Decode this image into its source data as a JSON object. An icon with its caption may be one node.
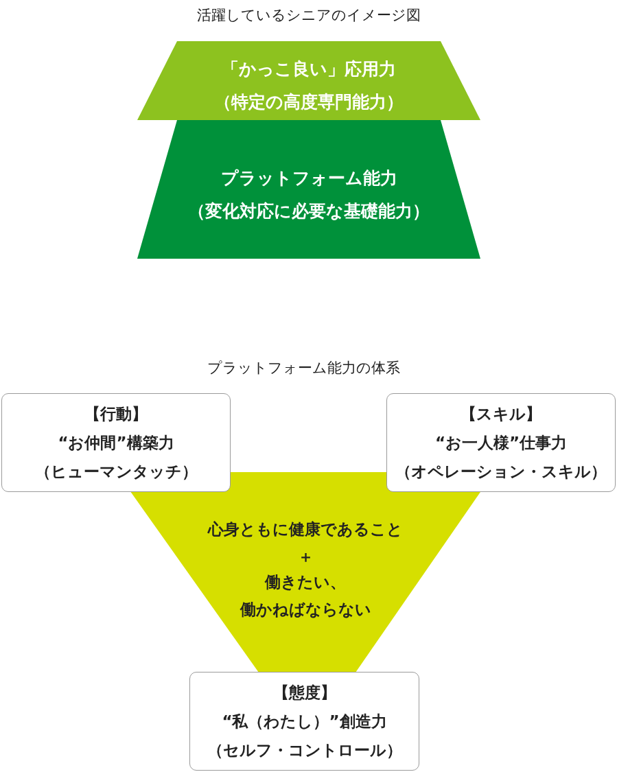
{
  "diagram": {
    "nodes": [
      {
        "text": [
          "「かっこ良い」応用力",
          "（特定の高度専門能力）"
        ]
      },
      {
        "text": [
          "プラットフォーム能力",
          "（変化対応に必要な基礎能力）"
        ]
      },
      {
        "text": [
          "心身ともに健康であること",
          "＋",
          "働きたい、働かねばならない"
        ]
      },
      {
        "text": [
          "【行動】",
          "“お仲間”構築力",
          "（ヒューマンタッチ）"
        ]
      },
      {
        "text": [
          "【スキル】",
          "“お一人様”仕事力",
          "（オペレーション・スキル）"
        ]
      },
      {
        "text": [
          "【態度】",
          "“私（わたし）”創造力",
          "（セルフ・コントロール）"
        ]
      }
    ],
    "labels": [
      "活躍しているシニアのイメージ図",
      "プラットフォーム能力の体系"
    ]
  }
}
